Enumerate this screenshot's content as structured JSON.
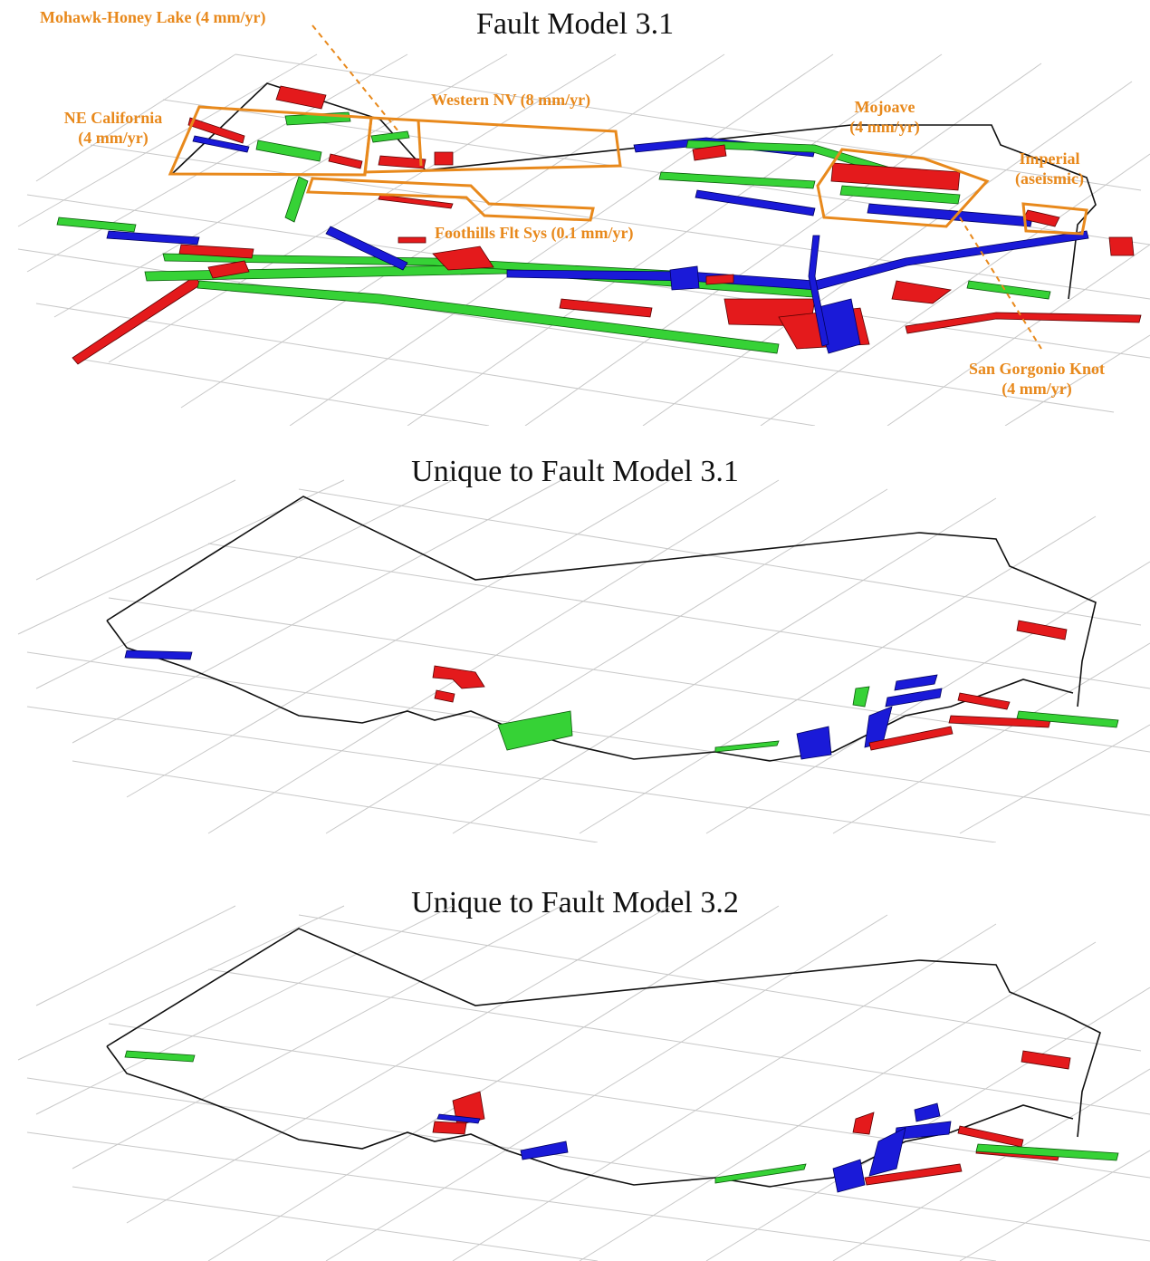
{
  "panels": [
    {
      "title": "Fault Model 3.1"
    },
    {
      "title": "Unique to Fault Model 3.1"
    },
    {
      "title": "Unique to Fault Model 3.2"
    }
  ],
  "zones": {
    "mohawk": "Mohawk-Honey Lake (4 mm/yr)",
    "ne_ca_1": "NE California",
    "ne_ca_2": "(4 mm/yr)",
    "western_nv": "Western NV (8 mm/yr)",
    "mojave_1": "Mojoave",
    "mojave_2": "(4 mm/yr)",
    "imperial_1": "Imperial",
    "imperial_2": "(aseismic)",
    "foothills": "Foothills Flt Sys (0.1 mm/yr)",
    "sg_knot_1": "San Gorgonio Knot",
    "sg_knot_2": "(4 mm/yr)"
  },
  "colors": {
    "fault_red": "#e41a1c",
    "fault_green": "#36d236",
    "fault_blue": "#1a1ad8",
    "zone_outline": "#e8891c",
    "grid": "#c8c8c8",
    "coastline": "#111111"
  }
}
